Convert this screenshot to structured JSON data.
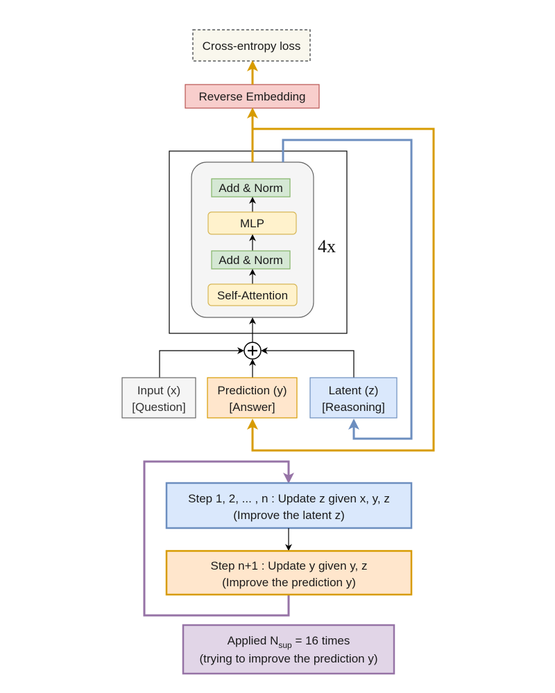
{
  "title": "Recursive reasoning model architecture",
  "nodes": {
    "loss": {
      "label": "Cross-entropy loss"
    },
    "reverse_embedding": {
      "label": "Reverse Embedding"
    },
    "add_norm_top": {
      "label": "Add & Norm"
    },
    "mlp": {
      "label": "MLP"
    },
    "add_norm_bottom": {
      "label": "Add & Norm"
    },
    "self_attention": {
      "label": "Self-Attention"
    },
    "repeat": {
      "label": "4x"
    },
    "input": {
      "line1": "Input (x)",
      "line2": "[Question]"
    },
    "prediction": {
      "line1": "Prediction (y)",
      "line2": "[Answer]"
    },
    "latent": {
      "line1": "Latent (z)",
      "line2": "[Reasoning]"
    },
    "step_z": {
      "line1": "Step 1, 2, ... , n : Update z given x, y, z",
      "line2": "(Improve the latent z)"
    },
    "step_y": {
      "line1": "Step n+1 : Update y given y, z",
      "line2": "(Improve the prediction y)"
    },
    "applied": {
      "prefix": "Applied N",
      "sub": "sup",
      "suffix": " = 16 times",
      "line2": "(trying to improve the prediction y)"
    }
  },
  "colors": {
    "orange": "#d79b00",
    "blue": "#6c8ebf",
    "purple": "#9673a6",
    "green_fill": "#d5e8d4",
    "green_stroke": "#82b366",
    "yellow_fill": "#fff2cc",
    "yellow_stroke": "#d6b656",
    "red_fill": "#f8cecc",
    "red_stroke": "#b85450"
  }
}
